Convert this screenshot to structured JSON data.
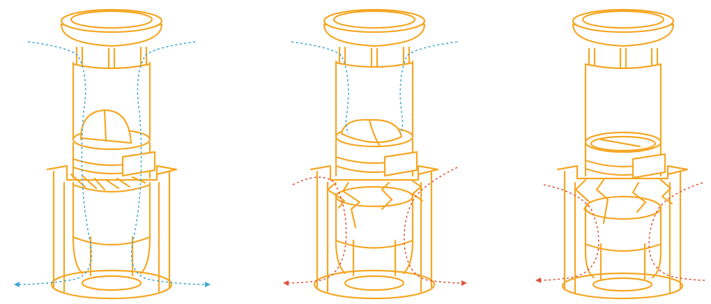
{
  "colors": {
    "structure": "#F5A623",
    "airflow_in": "#3BA9D6",
    "airflow_out": "#E0533A"
  },
  "units": [
    {
      "id": "unit-1",
      "state": "open",
      "flow": "blue",
      "flow_label": ""
    },
    {
      "id": "unit-2",
      "state": "partially-open",
      "flow": "red",
      "flow_label": ""
    },
    {
      "id": "unit-3",
      "state": "closed",
      "flow": "red",
      "flow_label": ""
    }
  ]
}
